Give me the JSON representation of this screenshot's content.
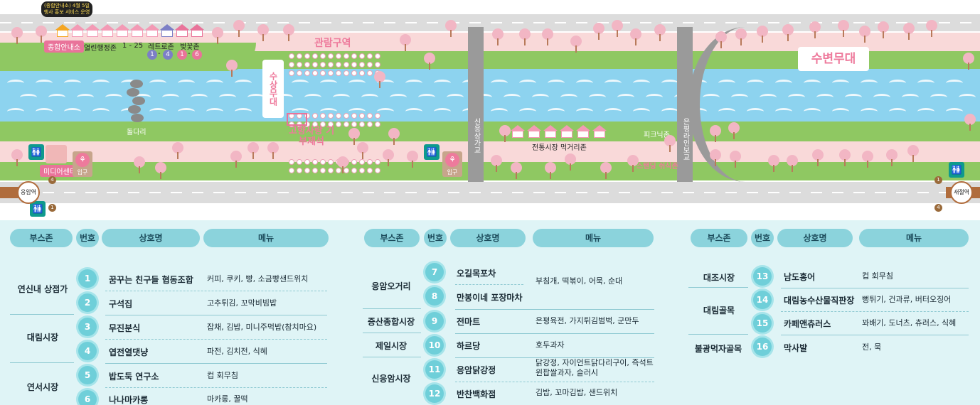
{
  "map": {
    "notice": "(종합안내소) 4월 5일 행사 홍보 서비스 운영",
    "info_center": "종합안내소",
    "open_zone": "열린행정존",
    "booth_range": "1 - 25",
    "retro_zone": "레트로존",
    "retro_nums": [
      "1",
      "4"
    ],
    "cherry_zone": "벚꽃존",
    "cherry_nums": [
      "1",
      "6"
    ],
    "viewing_area": "관람구역",
    "water_stage": "수상무대",
    "stepping_stones": "돌다리",
    "hometown_tax": "고향사랑 기부제석",
    "bridge1": "신응상가교",
    "bridge2": "은평라인보교",
    "food_alley": "전통시장 먹거리존",
    "picnic": "피크닉존",
    "standing_rest": "스탠딩 쉬식존",
    "riverside_stage": "수변무대",
    "media_center": "미디어센터",
    "entrance": "입구",
    "station_left": "응암역",
    "station_right": "새절역",
    "station_num_left": "4",
    "station_num_left2": "1",
    "station_num_right": "1",
    "station_num_right2": "4"
  },
  "table_headers": {
    "zone": "부스존",
    "number": "번호",
    "shop": "상호명",
    "menu": "메뉴"
  },
  "group1": {
    "zones": [
      "연신내 상점가",
      "대림시장",
      "연서시장"
    ],
    "rows": [
      {
        "num": "1",
        "shop": "꿈꾸는 친구들 협동조합",
        "menu": "커피, 쿠키, 빵, 소금빵샌드위치"
      },
      {
        "num": "2",
        "shop": "구석집",
        "menu": "고추튀김, 꼬막비빔밥"
      },
      {
        "num": "3",
        "shop": "무진분식",
        "menu": "잡채, 김밥, 미니주먹밥(참치마요)"
      },
      {
        "num": "4",
        "shop": "엽전열댓냥",
        "menu": "파전, 김치전, 식혜"
      },
      {
        "num": "5",
        "shop": "밥도둑 연구소",
        "menu": "컵 회무침"
      },
      {
        "num": "6",
        "shop": "나나마카롱",
        "menu": "마카롱, 꿀떡"
      }
    ]
  },
  "group2": {
    "zones": [
      "응암오거리",
      "증산종합시장",
      "제일시장",
      "신응암시장"
    ],
    "rows": [
      {
        "num": "7",
        "shop": "오길목포차",
        "menu": "부침개, 떡볶이, 어묵, 순대"
      },
      {
        "num": "8",
        "shop": "만봉이네 포장마차",
        "menu": ""
      },
      {
        "num": "9",
        "shop": "전마트",
        "menu": "은평육전, 가지튀김범벅, 군만두"
      },
      {
        "num": "10",
        "shop": "하르당",
        "menu": "호두과자"
      },
      {
        "num": "11",
        "shop": "응암닭강정",
        "menu": "닭강정, 자이언트닭다리구이, 즉석트윈팝쌀과자, 슬러시"
      },
      {
        "num": "12",
        "shop": "반찬백화점",
        "menu": "김밥, 꼬마김밥, 샌드위치"
      }
    ]
  },
  "group3": {
    "zones": [
      "대조시장",
      "대림골목",
      "불광먹자골목"
    ],
    "rows": [
      {
        "num": "13",
        "shop": "남도홍어",
        "menu": "컵 회무침"
      },
      {
        "num": "14",
        "shop": "대림농수산물직판장",
        "menu": "뻥튀기, 건과류, 버터오징어"
      },
      {
        "num": "15",
        "shop": "카페앤츄러스",
        "menu": "꽈배기, 도너츠, 츄러스, 식혜"
      },
      {
        "num": "16",
        "shop": "막사발",
        "menu": "전, 묵"
      }
    ]
  },
  "colors": {
    "pink": "#ee7a9c",
    "teal": "#6fcfd9",
    "grass": "#8fc862",
    "river": "#8dd3ef",
    "path": "#f9d9d9"
  }
}
